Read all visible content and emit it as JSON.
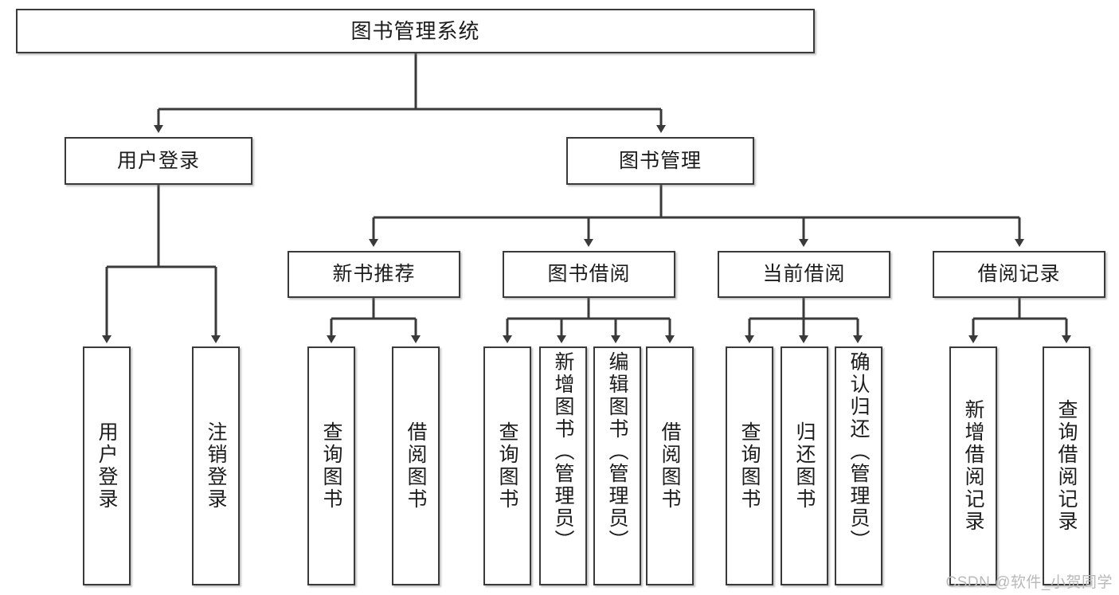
{
  "diagram": {
    "title": "图书管理系统",
    "type": "tree-hierarchy",
    "root": {
      "label": "图书管理系统"
    },
    "level2": [
      {
        "label": "用户登录"
      },
      {
        "label": "图书管理"
      }
    ],
    "level3": [
      {
        "label": "新书推荐"
      },
      {
        "label": "图书借阅"
      },
      {
        "label": "当前借阅"
      },
      {
        "label": "借阅记录"
      }
    ],
    "leaves": {
      "user_login": [
        {
          "label": "用户登录"
        },
        {
          "label": "注销登录"
        }
      ],
      "new_book_recommend": [
        {
          "label": "查询图书"
        },
        {
          "label": "借阅图书"
        }
      ],
      "book_borrow": [
        {
          "label": "查询图书"
        },
        {
          "label": "新增图书（管理员）"
        },
        {
          "label": "编辑图书（管理员）"
        },
        {
          "label": "借阅图书"
        }
      ],
      "current_borrow": [
        {
          "label": "查询图书"
        },
        {
          "label": "归还图书"
        },
        {
          "label": "确认归还（管理员）"
        }
      ],
      "borrow_records": [
        {
          "label": "新增借阅记录"
        },
        {
          "label": "查询借阅记录"
        }
      ]
    }
  },
  "watermark": {
    "text": "CSDN @软件_小贺同学"
  },
  "colors": {
    "border": "#3a3a3a",
    "text": "#1c1c1c",
    "background": "#ffffff",
    "watermark": "#b9b9b9"
  }
}
